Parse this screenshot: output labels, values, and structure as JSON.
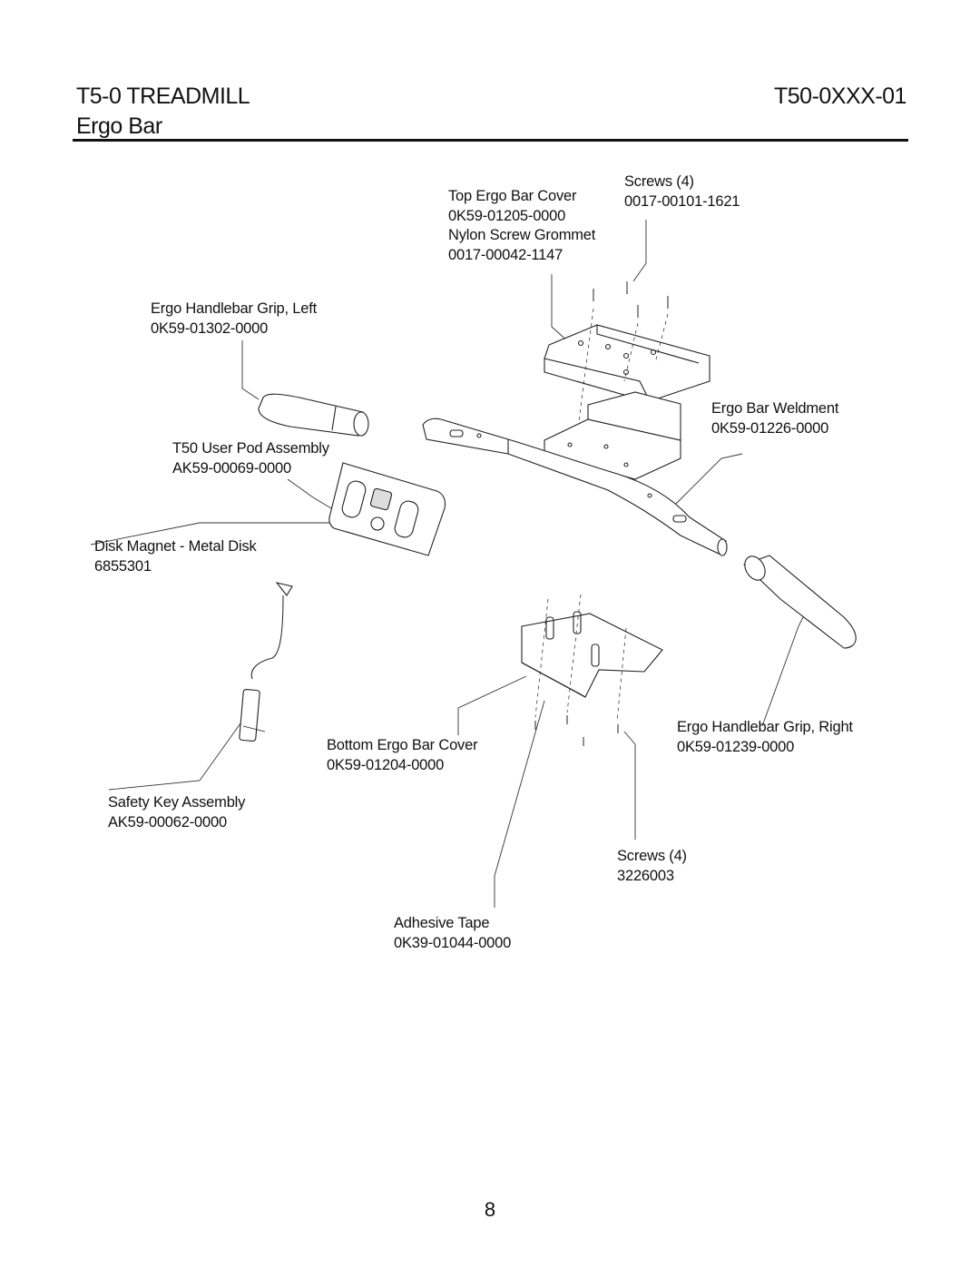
{
  "header": {
    "model": "T5-0 TREADMILL",
    "part_code": "T50-0XXX-01",
    "section": "Ergo Bar"
  },
  "parts": {
    "screws_top": {
      "name": "Screws (4)",
      "number": "0017-00101-1621"
    },
    "top_cover": {
      "name": "Top Ergo Bar Cover",
      "number": "0K59-01205-0000"
    },
    "grommet": {
      "name": "Nylon Screw Grommet",
      "number": "0017-00042-1147"
    },
    "grip_left": {
      "name": "Ergo Handlebar Grip, Left",
      "number": "0K59-01302-0000"
    },
    "weldment": {
      "name": "Ergo Bar Weldment",
      "number": "0K59-01226-0000"
    },
    "user_pod": {
      "name": "T50 User Pod Assembly",
      "number": "AK59-00069-0000"
    },
    "disk_magnet": {
      "name": "Disk Magnet - Metal Disk",
      "number": "6855301"
    },
    "grip_right": {
      "name": "Ergo Handlebar Grip, Right",
      "number": "0K59-01239-0000"
    },
    "bottom_cover": {
      "name": "Bottom Ergo Bar Cover",
      "number": "0K59-01204-0000"
    },
    "safety_key": {
      "name": "Safety Key Assembly",
      "number": "AK59-00062-0000"
    },
    "screws_bottom": {
      "name": "Screws (4)",
      "number": "3226003"
    },
    "adhesive_tape": {
      "name": "Adhesive Tape",
      "number": "0K39-01044-0000"
    }
  },
  "page_number": "8"
}
